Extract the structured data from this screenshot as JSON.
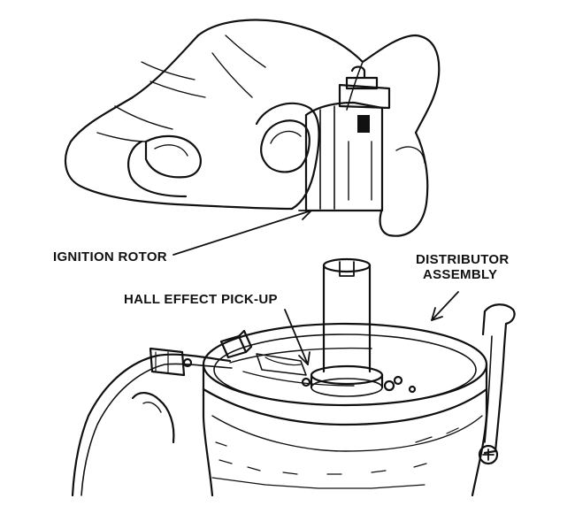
{
  "labels": {
    "ignition_rotor": "IGNITION ROTOR",
    "distributor_assembly_line1": "DISTRIBUTOR",
    "distributor_assembly_line2": "ASSEMBLY",
    "hall_effect_pickup": "HALL EFFECT PICK-UP"
  },
  "colors": {
    "ink": "#111111",
    "paper": "#ffffff",
    "shade": "#2a2a2a"
  }
}
